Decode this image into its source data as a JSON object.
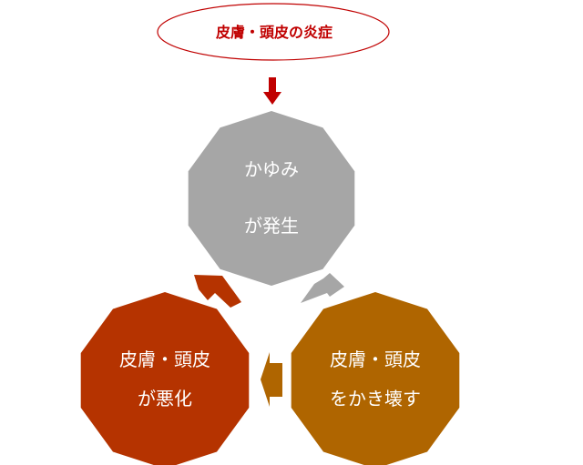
{
  "title": "皮膚・頭皮の炎症",
  "nodes": [
    {
      "line1": "かゆみ",
      "line2": "が発生"
    },
    {
      "line1": "皮膚・頭皮",
      "line2": "をかき壊す"
    },
    {
      "line1": "皮膚・頭皮",
      "line2": "が悪化"
    }
  ],
  "colors": {
    "title": "#c00000",
    "gray": "#a6a6a6",
    "orange": "#af6500",
    "red": "#b53300"
  }
}
